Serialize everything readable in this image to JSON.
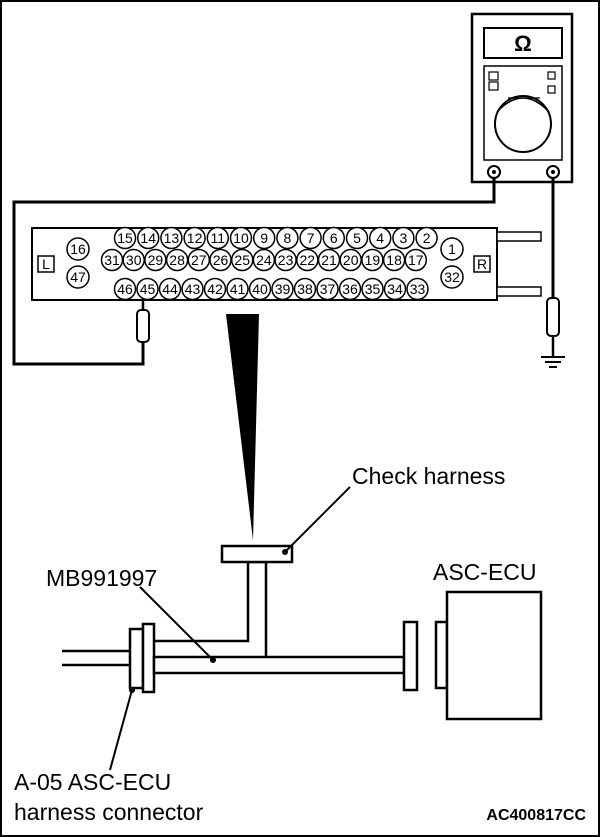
{
  "meter": {
    "unit_symbol": "Ω"
  },
  "connector": {
    "left_marker": "L",
    "right_marker": "R",
    "side_left_pins": [
      "16",
      "47"
    ],
    "side_right_pins": [
      "1",
      "32"
    ],
    "row1_pins": [
      "15",
      "14",
      "13",
      "12",
      "11",
      "10",
      "9",
      "8",
      "7",
      "6",
      "5",
      "4",
      "3",
      "2"
    ],
    "row2_pins": [
      "31",
      "30",
      "29",
      "28",
      "27",
      "26",
      "25",
      "24",
      "23",
      "22",
      "21",
      "20",
      "19",
      "18",
      "17"
    ],
    "row3_pins": [
      "46",
      "45",
      "44",
      "43",
      "42",
      "41",
      "40",
      "39",
      "38",
      "37",
      "36",
      "35",
      "34",
      "33"
    ]
  },
  "labels": {
    "check_harness": "Check harness",
    "tool_number": "MB991997",
    "ecu": "ASC-ECU",
    "harness_connector_line1": "A-05 ASC-ECU",
    "harness_connector_line2": "harness connector"
  },
  "figure_code": "AC400817CC"
}
